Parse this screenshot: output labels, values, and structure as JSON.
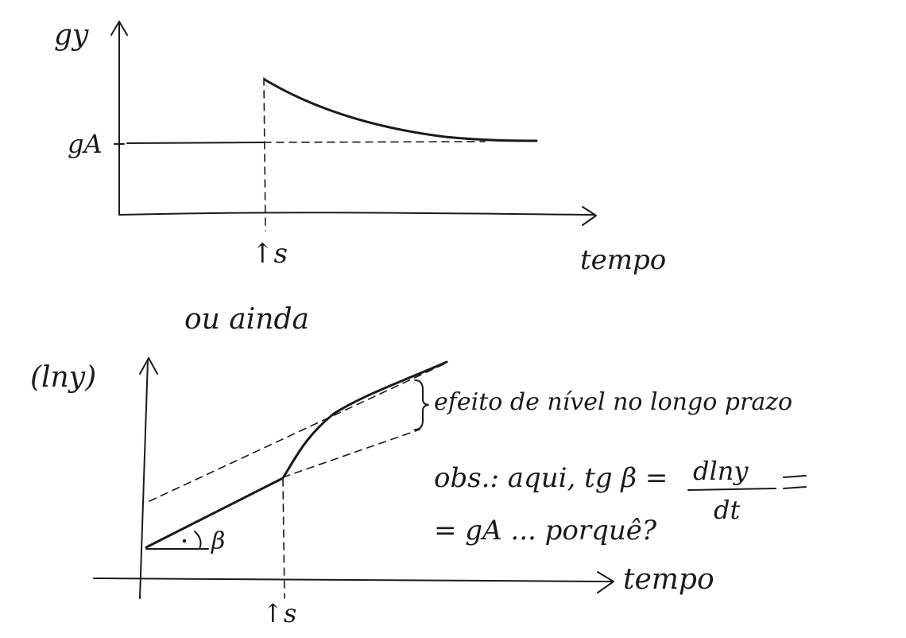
{
  "top_chart": {
    "y_label": "gy",
    "level_label": "gA",
    "shock_label": "↑s",
    "x_label": "tempo"
  },
  "separator": "ou ainda",
  "bottom_chart": {
    "y_label": "(lny)",
    "angle_label": "β",
    "shock_label": "↑s",
    "x_label": "tempo",
    "brace_label": "efeito de nível no longo prazo",
    "obs_prefix": "obs.: aqui, tg β =",
    "fraction_num": "dlny",
    "fraction_den": "dt",
    "obs_line2": "= gA ... porquê?"
  }
}
